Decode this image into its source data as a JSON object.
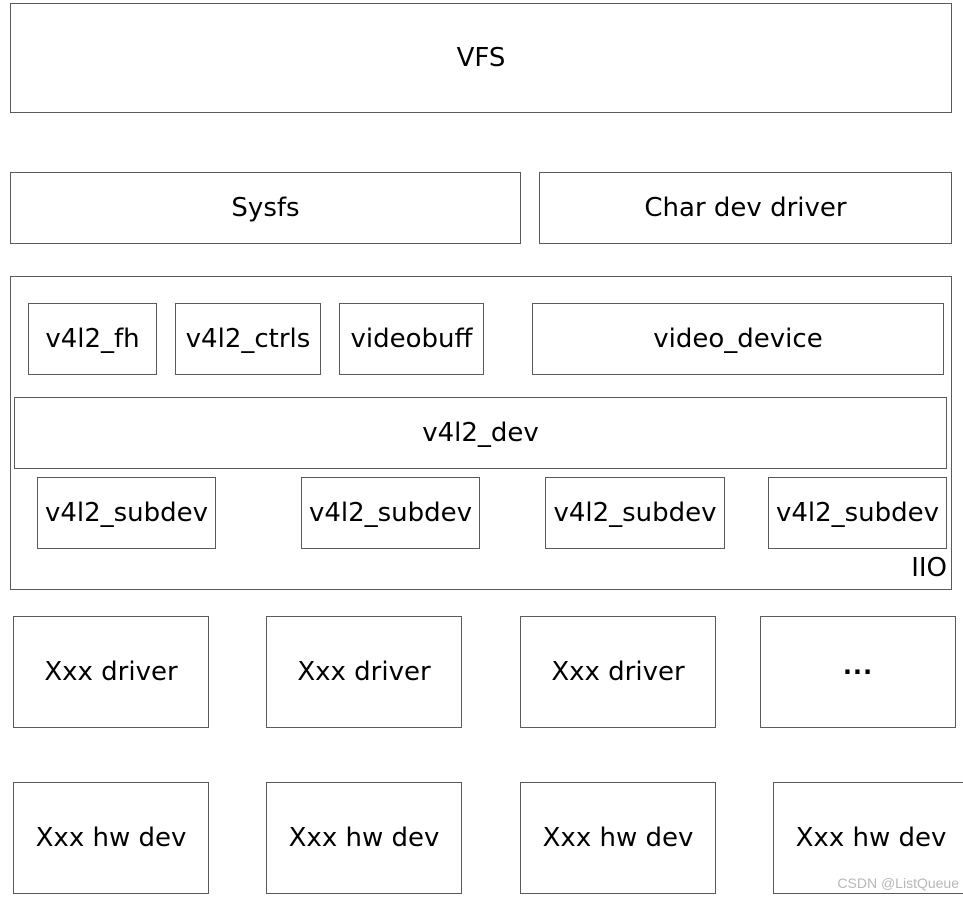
{
  "layers": {
    "vfs": "VFS",
    "sysfs": "Sysfs",
    "char_dev_driver": "Char dev driver",
    "iio": {
      "label": "IIO",
      "top_row": [
        "v4l2_fh",
        "v4l2_ctrls",
        "videobuff",
        "video_device"
      ],
      "v4l2_dev": "v4l2_dev",
      "subdevs": [
        "v4l2_subdev",
        "v4l2_subdev",
        "v4l2_subdev",
        "v4l2_subdev"
      ]
    },
    "drivers": [
      "Xxx driver",
      "Xxx driver",
      "Xxx driver",
      "···"
    ],
    "hw_devs": [
      "Xxx hw dev",
      "Xxx hw dev",
      "Xxx hw dev",
      "Xxx hw dev"
    ]
  },
  "watermark": "CSDN @ListQueue",
  "colors": {
    "border": "#5a5a5a",
    "background": "#ffffff",
    "text": "#000000",
    "watermark": "#b8b8b8"
  }
}
